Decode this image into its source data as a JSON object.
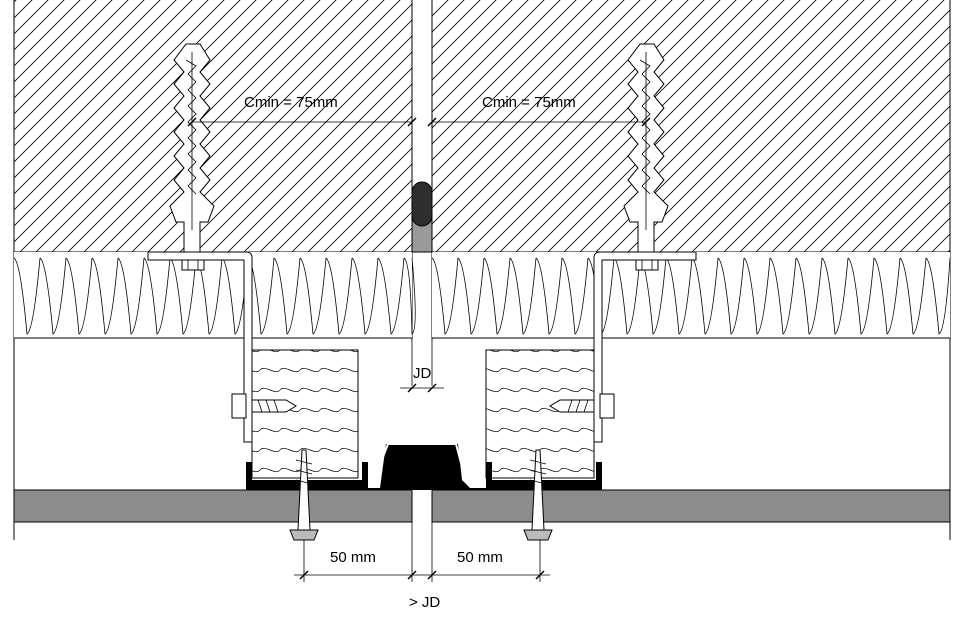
{
  "annotations": {
    "cmin_left": "Cmin  =  75mm",
    "cmin_right": "Cmin  =  75mm",
    "joint_width": "JD",
    "edge_left": "50  mm",
    "edge_right": "50  mm",
    "min_joint": ">  JD"
  },
  "colors": {
    "line": "#000000",
    "board": "#8c8c8c",
    "board_stroke": "#000000",
    "sealant": "#333333",
    "backer_rod": "#999999",
    "background": "#ffffff"
  }
}
